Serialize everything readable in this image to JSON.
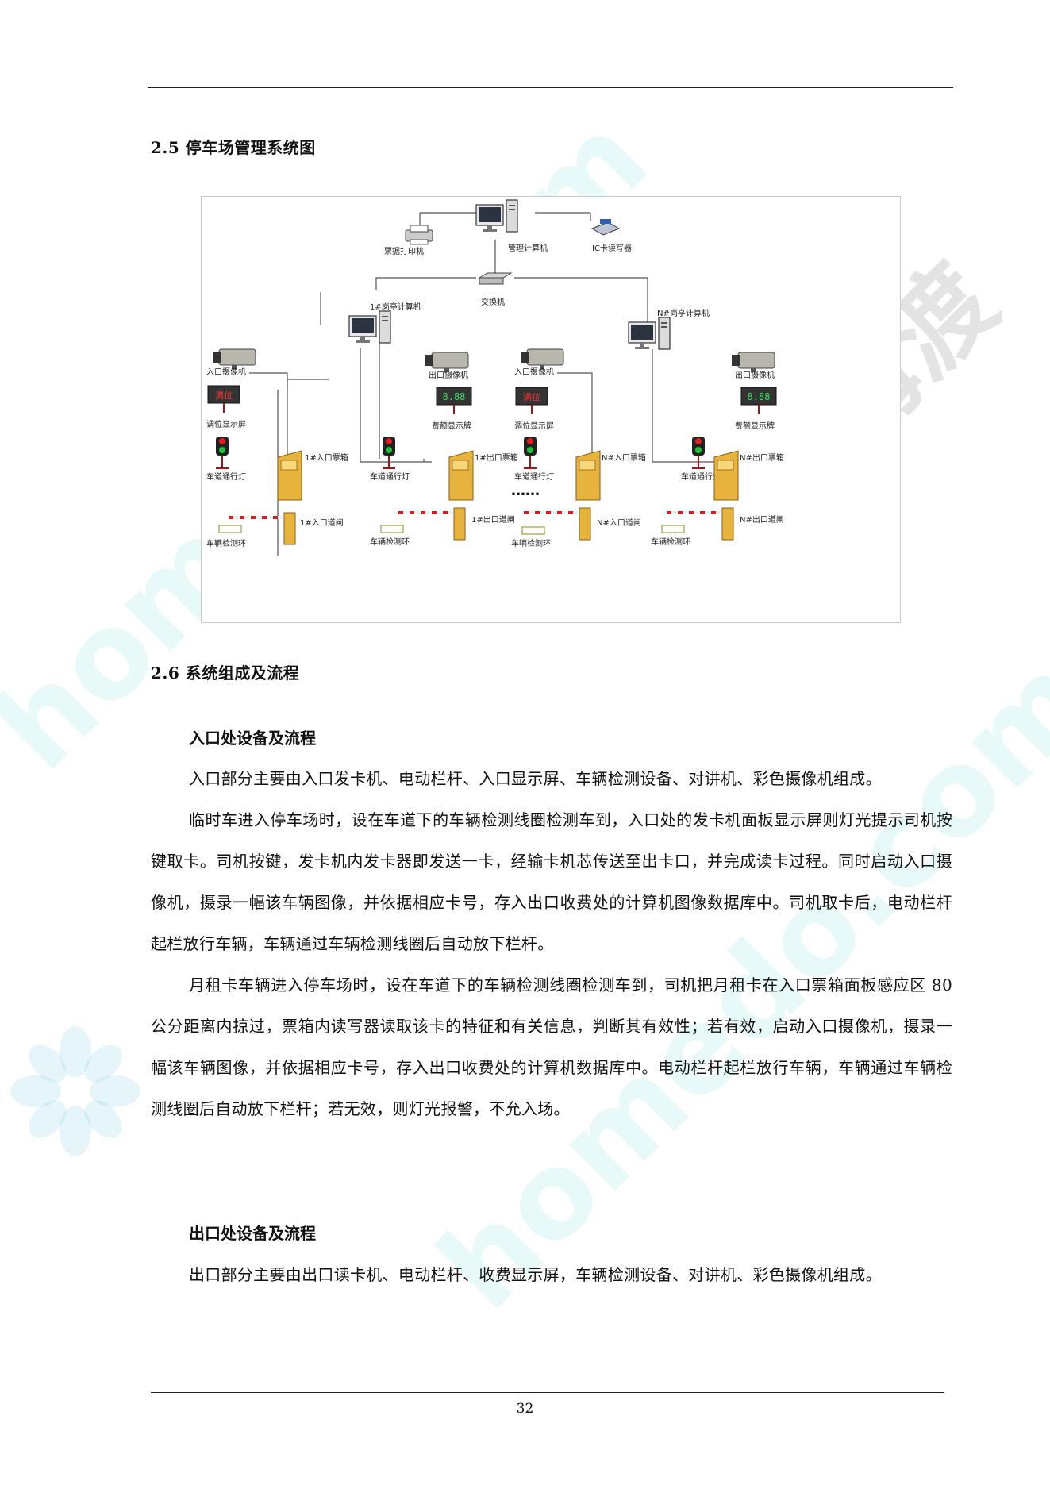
{
  "page_number": "32",
  "section_2_5": {
    "heading": "2.5 停车场管理系统图"
  },
  "diagram": {
    "top": {
      "printer": "票据打印机",
      "management_pc": "管理计算机",
      "ic_card_reader": "IC卡读写器",
      "switch": "交换机"
    },
    "booth_left": "1#岗亭计算机",
    "booth_right": "N#岗亭计算机",
    "ellipsis": "……",
    "lanes": [
      {
        "camera": "入口摄像机",
        "display": "调位显示屏",
        "display_text": "满位",
        "light": "车道通行灯",
        "box": "1#入口票箱",
        "gate": "1#入口道闸",
        "loop": "车辆检测环"
      },
      {
        "camera": "出口摄像机",
        "display": "费额显示牌",
        "display_text": "8.88",
        "light": "车道通行灯",
        "box": "1#出口票箱",
        "gate": "1#出口道闸",
        "loop": "车辆检测环"
      },
      {
        "camera": "入口摄像机",
        "display": "调位显示屏",
        "display_text": "满位",
        "light": "车道通行灯",
        "box": "N#入口票箱",
        "gate": "N#入口道闸",
        "loop": "车辆检测环"
      },
      {
        "camera": "出口摄像机",
        "display": "费额显示牌",
        "display_text": "8.88",
        "light": "车道通行灯",
        "box": "N#出口票箱",
        "gate": "N#出口道闸",
        "loop": "车辆检测环"
      }
    ]
  },
  "section_2_6": {
    "heading": "2.6 系统组成及流程",
    "entrance": {
      "title": "入口处设备及流程",
      "paragraphs": [
        "入口部分主要由入口发卡机、电动栏杆、入口显示屏、车辆检测设备、对讲机、彩色摄像机组成。",
        "临时车进入停车场时，设在车道下的车辆检测线圈检测车到，入口处的发卡机面板显示屏则灯光提示司机按键取卡。司机按键，发卡机内发卡器即发送一卡，经输卡机芯传送至出卡口，并完成读卡过程。同时启动入口摄像机，摄录一幅该车辆图像，并依据相应卡号，存入出口收费处的计算机图像数据库中。司机取卡后，电动栏杆起栏放行车辆，车辆通过车辆检测线圈后自动放下栏杆。",
        "月租卡车辆进入停车场时，设在车道下的车辆检测线圈检测车到，司机把月租卡在入口票箱面板感应区 80 公分距离内掠过，票箱内读写器读取该卡的特征和有关信息，判断其有效性；若有效，启动入口摄像机，摄录一幅该车辆图像，并依据相应卡号，存入出口收费处的计算机数据库中。电动栏杆起栏放行车辆，车辆通过车辆检测线圈后自动放下栏杆；若无效，则灯光报警，不允入场。"
      ]
    },
    "exit": {
      "title": "出口处设备及流程",
      "paragraphs": [
        "出口部分主要由出口读卡机、电动栏杆、收费显示屏，车辆检测设备、对讲机、彩色摄像机组成。"
      ]
    }
  },
  "watermarks": [
    "homedo.com",
    "homedo.com",
    "河姆渡"
  ]
}
